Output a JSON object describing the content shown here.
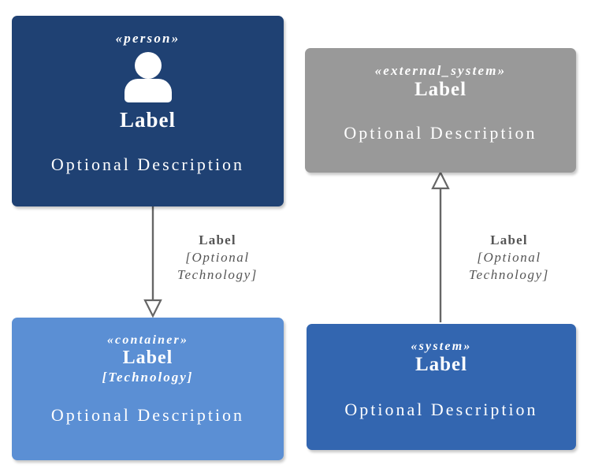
{
  "diagram": {
    "type": "c4-uml-legend",
    "background": "#ffffff",
    "nodes": [
      {
        "id": "person",
        "stereotype": "«person»",
        "label": "Label",
        "technology": null,
        "description": "Optional Description",
        "icon": "person-icon",
        "color": "#1F4173",
        "text_color": "#FFFFFF"
      },
      {
        "id": "external_system",
        "stereotype": "«external_system»",
        "label": "Label",
        "technology": null,
        "description": "Optional Description",
        "icon": null,
        "color": "#999999",
        "text_color": "#FFFFFF"
      },
      {
        "id": "container",
        "stereotype": "«container»",
        "label": "Label",
        "technology": "[Technology]",
        "description": "Optional Description",
        "icon": null,
        "color": "#5B8FD4",
        "text_color": "#FFFFFF"
      },
      {
        "id": "system",
        "stereotype": "«system»",
        "label": "Label",
        "technology": null,
        "description": "Optional Description",
        "icon": null,
        "color": "#3366B0",
        "text_color": "#FFFFFF"
      }
    ],
    "edges": [
      {
        "id": "person-to-container",
        "from": "person",
        "to": "container",
        "label": "Label",
        "technology_line1": "[Optional",
        "technology_line2": "Technology]",
        "arrowhead": "hollow-triangle",
        "direction": "down",
        "line_color": "#666666"
      },
      {
        "id": "system-to-external-system",
        "from": "system",
        "to": "external_system",
        "label": "Label",
        "technology_line1": "[Optional",
        "technology_line2": "Technology]",
        "arrowhead": "hollow-triangle",
        "direction": "up",
        "line_color": "#666666"
      }
    ]
  }
}
